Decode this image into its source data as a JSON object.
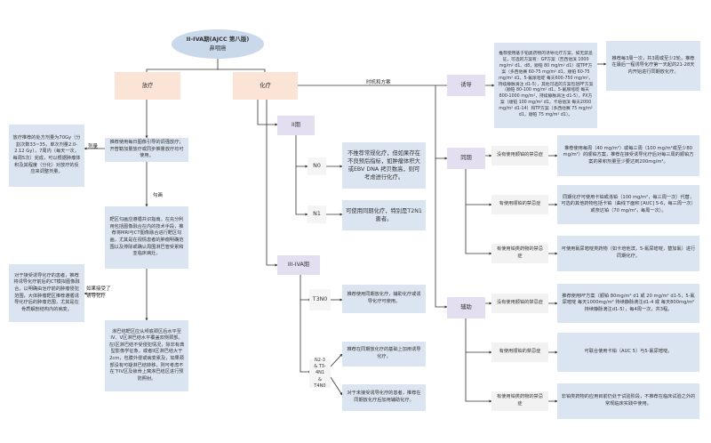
{
  "root": {
    "title": "II-IVA期(AJCC 第八版)",
    "subtitle": "鼻咽癌"
  },
  "branches": {
    "radiotherapy": "放疗",
    "chemotherapy": "化疗"
  },
  "labels": {
    "timing": "时机和方案",
    "dose_fraction": "剂量",
    "delineation": "勾画",
    "post_chemo": "如果接受了\n诱导化疗"
  },
  "rt": {
    "dose_note": "放疗推荐的处方剂量为70Gy（分割次数33~35，单次剂量2.0-2.12 Gy），7周内（每天一次，每周5次）完成，可以根据肿瘤体积及其程度（分化）对放疗的反应来调整剂量。",
    "daily_guidance": "推荐使用每日图像引导的调强放疗；\n开普勒加量放疗或同步推量放疗均可使用。",
    "target_imaging": "靶区勾画应遵循共识指南。在充分利用包括图像融合在内的技术手段，推荐将MRI与CT图像融合进行靶区勾画，尤其是在视情患者的肿瘤明确范围以及排除或确认周围淋巴管受累和亚临床病灶。",
    "post_induction_note": "对于接受诱导化疗的患者，推荐将诱导化疗前后的CT模拟图像融合，以明确由治疗前的肿瘤侵犯范围，大体肿瘤靶区推荐遵循诱导化疗后的肿瘤范围，尤其是在骨质解剖结构内的病变。",
    "node_levels": "淋巴结靶区应从颅底颈区后水平至IV、V区淋巴结水平覆盖双侧颈部。在I区淋巴结不受侵犯情况，除非有典型影像学征象，或者II区淋巴结大于2cm，包膜外侵或病变累及，如果颈部没有可疑淋巴结转移，则可考虑不在下IV区及锁骨上窝淋巴结区进行预防照射。"
  },
  "stage2": {
    "label": "II期",
    "n0": "N0",
    "n0_text": "不推荐常规化疗，但如果存在不良预后指标，如肿瘤体积大或EBV DNA 拷贝数高，则可考虑进行化疗。",
    "n1": "N1",
    "n1_text": "可使用同期化疗，特别是T2N1患者。"
  },
  "stage34": {
    "label": "III-IVA期",
    "t3n0": "T3N0",
    "t3n0_text": "推荐使用同期放化疗，辅助化疗或诱导化疗可使用。",
    "n2": "N2-3\n& T3-4N1\n& T4N0",
    "n2_text_1": "推荐在同期放化疗的基础上加用诱导化疗。",
    "n2_text_2": "对于未接受诱导化疗的患者，推荐在同期放化疗后加用辅助化疗。"
  },
  "induction": {
    "label": "诱导",
    "regimens": "推荐使用基于铂类药物的诱导化疗方案，如无禁忌证，可选的方案有：GP方案（吉西他滨 1000 mg/m² d1、d8，顺铂 80 mg/m² d1）或TPF方案（多西他赛 60-75 mg/m² d1，顺铂 60-75 mg/m² d1，5-氟尿嘧啶 每天600-750 mg/m²，持续静脉滴注 d1-5），其他可选的方案包括PF方案（顺铂 80-100 mg/m² d1，5-氟尿嘧啶 每天800-1000 mg/m²，持续静脉滴注 d1-5），PX方案（顺铂 100 mg/m² d1，卡培他滨 每天2000 mg/m² d1-14）和TP方案（多西他赛 75 mg/m² d1，顺铂 75 mg/m² d1）。",
    "cycles": "推荐每3周一次，共3周或至少2轮，推荐在最后一程诱导化疗第一天起的21-28天内开始进行同期放化疗。"
  },
  "concurrent": {
    "label": "同期",
    "c1_cond": "没有使用顺铂的禁忌症",
    "c1_text": "推荐使用每周（40 mg/m²）或每三周（100 mg/m²或至少80 mg/m²）的顺铂方案，推荐在接受诱导化疗后对每三周的顺铂方案的累积剂量至少要达到200mg/m²。",
    "c2_cond": "有使用顺铂的禁忌症",
    "c2_text": "同期化疗可使用卡铂或洛铂（100 mg/m²，每三周一次）代替，可选的其他药物包括卡铂（曲线下面积 [AUC] 5-6，每三周一次）或奈达铂（70 mg/m²，每周一次）。",
    "c3_cond": "有使用铂类药物的禁忌症",
    "c3_text": "可使用氟尿嘧啶类药物（如卡培他滨，5-氟尿嘧啶，替加氟）进行同期化疗。"
  },
  "adjuvant": {
    "label": "辅助",
    "a1_cond": "没有使用顺铂的禁忌症",
    "a1_text": "推荐使用PF方案（顺铂 80mg/m² d1 或 20 mg/m² d1-5，5-氟尿嘧啶 每天1000mg/m² 持续静脉滴注d1-4 或 每天800mg/m² 持续静脉滴注d1-5），每4周一次，共3程。",
    "a2_cond": "有使用顺铂的禁忌症",
    "a2_text": "可联合使用卡铂（AUC 5）与5-氟尿嘧啶。",
    "a3_cond": "有使用铂类药物的禁忌症",
    "a3_text": "非铂类药物的应用目前仍处于试验阶段，不推荐在临床试验之外的常规临床实践中使用。"
  }
}
